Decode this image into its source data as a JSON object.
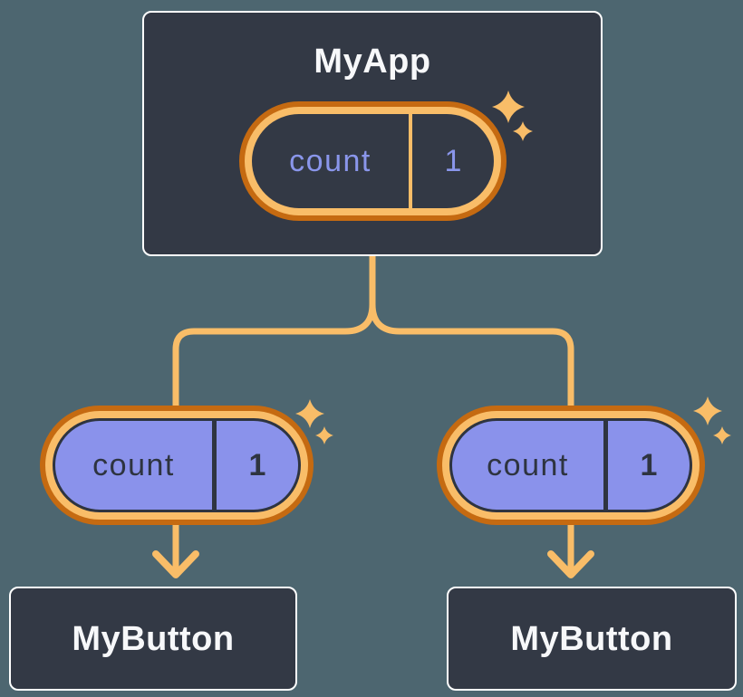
{
  "diagram": {
    "root": {
      "title": "MyApp",
      "state_pill": {
        "label": "count",
        "value": "1"
      }
    },
    "children": [
      {
        "title": "MyButton",
        "prop_pill": {
          "label": "count",
          "value": "1"
        }
      },
      {
        "title": "MyButton",
        "prop_pill": {
          "label": "count",
          "value": "1"
        }
      }
    ],
    "icons": {
      "sparkle": "sparkle-icon",
      "arrow": "arrow-down-icon"
    },
    "colors": {
      "canvas_background": "#4D6670",
      "node_background": "#333945",
      "node_border": "#FFFFFF",
      "node_text": "#F7F8FA",
      "pill_purple_fill": "#8A92EB",
      "pill_purple_text": "#8A96EB",
      "pill_dark_text": "#2E3440",
      "pill_ring_light": "#F9BD68",
      "pill_ring_dark": "#C56A11",
      "connector_line": "#F9BD68"
    }
  }
}
